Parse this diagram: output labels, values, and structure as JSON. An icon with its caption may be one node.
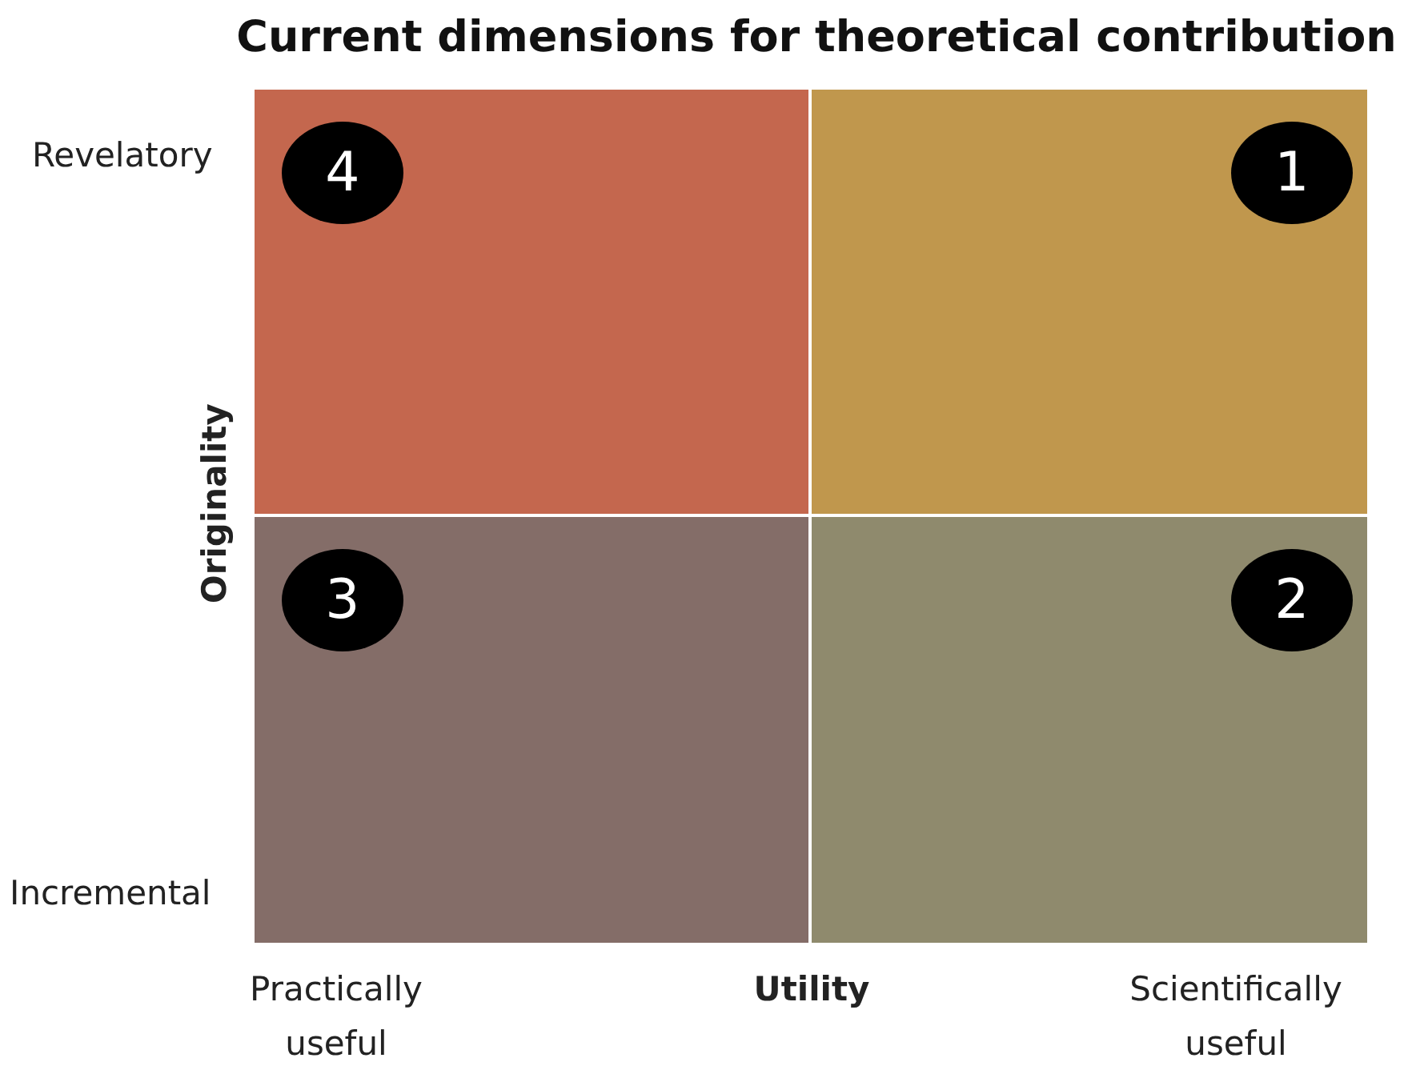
{
  "diagram": {
    "title": "Current dimensions for theoretical contribution",
    "nodes": [
      {
        "text": [],
        "shape": "box"
      },
      {
        "text": [
          "4"
        ],
        "in": 0
      },
      {
        "text": [],
        "shape": "box"
      },
      {
        "text": [
          "1"
        ],
        "in": 2
      },
      {
        "text": [],
        "shape": "box"
      },
      {
        "text": [
          "3"
        ],
        "in": 4
      },
      {
        "text": [],
        "shape": "box"
      },
      {
        "text": [
          "2"
        ],
        "in": 6
      }
    ],
    "labels": [
      "Revelatory",
      "Originality",
      "Incremental",
      "Practically useful",
      "Utility",
      "Scientifically useful"
    ]
  }
}
